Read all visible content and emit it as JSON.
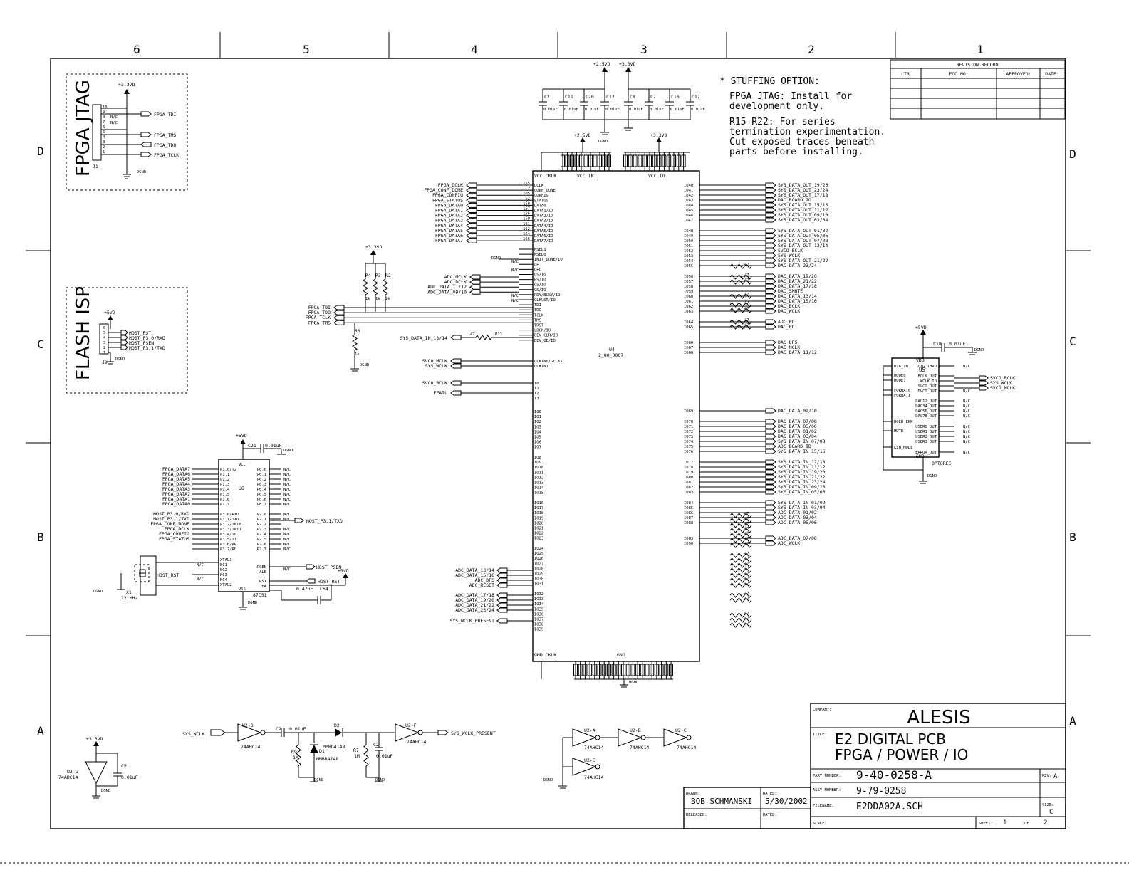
{
  "zones": {
    "columns": [
      "6",
      "5",
      "4",
      "3",
      "2",
      "1"
    ],
    "rows": [
      "D",
      "C",
      "B",
      "A"
    ]
  },
  "revision": {
    "title": "REVISION RECORD",
    "headers": [
      "LTR",
      "ECO NO:",
      "APPROVED:",
      "DATE:"
    ]
  },
  "notes": {
    "heading": "* STUFFING OPTION:",
    "lines": [
      "FPGA JTAG: Install for",
      "development only.",
      "R15-R22: For series",
      "termination experimentation.",
      "Cut exposed traces beneath",
      "parts before installing."
    ]
  },
  "blocks": {
    "jtag_title": "FPGA JTAG",
    "jtag_ref": "J1",
    "jtag_power": "+3.3VD",
    "jtag_gnd": "DGND",
    "jtag_nc": [
      "N/C",
      "N/C"
    ],
    "jtag_pins": [
      "10",
      "9",
      "8",
      "7",
      "6",
      "5",
      "4",
      "3",
      "2",
      "1"
    ],
    "jtag_signals": [
      "FPGA_TDI",
      "FPGA_TMS",
      "FPGA_TDO",
      "FPGA_TCLK"
    ],
    "isp_title": "FLASH ISP",
    "isp_ref": "J9",
    "isp_power": "+5VD",
    "isp_gnd": "DGND",
    "isp_pins": [
      "6",
      "5",
      "4",
      "3",
      "2",
      "1"
    ],
    "isp_signals": [
      "HOST_RST",
      "HOST_P3.0/RXD",
      "HOST_PSEN",
      "HOST_P3.1/TXD"
    ]
  },
  "caps_top": {
    "rail_a": "+2.5VD",
    "rail_b": "+3.3VD",
    "refs": [
      "C2",
      "C11",
      "C20",
      "C12",
      "C8",
      "C7",
      "C16",
      "C17"
    ],
    "value": "0.01uF",
    "gnd": "DGND"
  },
  "fpga": {
    "ref": "U4",
    "part": "2_80_0007",
    "vcc_labels": [
      "VCC CKLK",
      "VCC INT",
      "VCC IO"
    ],
    "gnd_labels": [
      "GND CKLK",
      "GND"
    ],
    "rail_int": "+2.5VD",
    "rail_io": "+3.3VD",
    "gnd": "DGND",
    "left_signals": [
      "FPGA_DCLK",
      "FPGA_CONF_DONE",
      "FPGA_CONFIG",
      "FPGA_STATUS",
      "FPGA_DATA0",
      "FPGA_DATA1",
      "FPGA_DATA2",
      "FPGA_DATA3",
      "FPGA_DATA4",
      "FPGA_DATA5",
      "FPGA_DATA6",
      "FPGA_DATA7"
    ],
    "left_pins": [
      "155",
      "2",
      "105",
      "52",
      "158",
      "157",
      "156",
      "159",
      "161",
      "162",
      "164",
      "166"
    ],
    "left_names": [
      "DCLK",
      "CONF_DONE",
      "CONFIG",
      "STATUS",
      "DATA0",
      "DATA1/IO",
      "DATA2/IO",
      "DATA3/IO",
      "DATA4/IO",
      "DATA5/IO",
      "DATA6/IO",
      "DATA7/IO"
    ],
    "mode_names": [
      "MSEL1",
      "MSEL0",
      "INIT_DONE/IO",
      "CE",
      "CEO",
      "CS/IO",
      "RS/IO",
      "CS/IO",
      "CS/IO",
      "RDY/BUSY/IO",
      "CLKUSR/IO",
      "TDI",
      "TDO",
      "TCLK",
      "TMS",
      "TRST",
      "LOCK/IO",
      "DEV_CLR/IO",
      "DEV_OE/IO"
    ],
    "mode_signals": [
      "ADC_MCLK",
      "ADC_DCLK",
      "ADC_DATA_11/12",
      "ADC_DATA_09/10"
    ],
    "jtag_signals": [
      "FPGA_TDI",
      "FPGA_TDO",
      "FPGA_TCLK",
      "FPGA_TMS"
    ],
    "pullup_rail": "+3.3VD",
    "pullups": [
      "R4",
      "R3",
      "R2"
    ],
    "pullup_value": "1k",
    "pulldown": "R6",
    "pulldown_value": "1k",
    "nc": "N/C",
    "sys_in": "SYS_DATA_IN_13/14",
    "sys_in_res": "R22",
    "sys_in_value": "47",
    "clk_signals": [
      "SVCO_MCLK",
      "SYS_WCLK",
      "SVCO_BCLK",
      "FFAIL"
    ],
    "clk_names": [
      "CLKIN0/GCLK1",
      "CLKIN1",
      "I0",
      "I1",
      "I2",
      "I3"
    ],
    "left_io_signals": [
      "ADC_DATA_13/14",
      "ADC_DATA_15/16",
      "ADC_DFS",
      "ADC_RESET",
      "ADC_DATA_17/18",
      "ADC_DATA_19/20",
      "ADC_DATA_21/22",
      "ADC_DATA_23/24",
      "SYS_WCLK_PRESENT"
    ],
    "right_signals": [
      "SYS_DATA_OUT_19/20",
      "SYS_DATA_OUT_23/24",
      "SYS_DATA_OUT_17/18",
      "DAC_BOARD_ID",
      "SYS_DATA_OUT_15/16",
      "SYS_DATA_OUT_11/12",
      "SYS_DATA_OUT_09/10",
      "SYS_DATA_OUT_03/04",
      "SYS_DATA_OUT_01/02",
      "SYS_DATA_OUT_05/06",
      "SYS_DATA_OUT_07/08",
      "SYS_DATA_OUT_13/14",
      "SVCO_BCLK",
      "SYS_WCLK",
      "SYS_DATA_OUT_21/22",
      "DAC_DATA_23/24",
      "DAC_DATA_19/20",
      "DAC_DATA_21/22",
      "DAC_DATA_17/18",
      "DAC_SMUTE",
      "DAC_DATA_13/14",
      "DAC_DATA_15/16",
      "DAC_BCLK",
      "DAC_WCLK",
      "ADC_PD",
      "DAC_PD",
      "DAC_DFS",
      "DAC_MCLK",
      "DAC_DATA_11/12",
      "DAC_DATA_09/10",
      "DAC_DATA_07/08",
      "DAC_DATA_05/06",
      "DAC_DATA_01/02",
      "DAC_DATA_03/04",
      "SYS_DATA_IN_07/08",
      "ADC_BOARD_ID",
      "SYS_DATA_IN_15/16",
      "SYS_DATA_IN_17/18",
      "SYS_DATA_IN_11/12",
      "SYS_DATA_IN_19/20",
      "SYS_DATA_IN_21/22",
      "SYS_DATA_IN_23/24",
      "SYS_DATA_IN_09/10",
      "SYS_DATA_IN_05/06",
      "SYS_DATA_IN_01/02",
      "SYS_DATA_IN_03/04",
      "ADC_DATA_01/02",
      "ADC_DATA_03/04",
      "ADC_DATA_05/06",
      "ADC_DATA_07/08",
      "ADC_WCLK"
    ],
    "series_value": "47"
  },
  "u5": {
    "ref": "U5",
    "part": "OPTOREC",
    "power": "+5VD",
    "cap": "C18",
    "cap_value": "0.01uF",
    "gnd": "DGND",
    "pins_left": [
      "DIG_IN",
      "MODE0",
      "MODE1",
      "FORMAT0",
      "FORMAT1",
      "HOLD_ERR",
      "MUTE",
      "LIN_MODE"
    ],
    "pins_right": [
      "DIG_THRU",
      "BCLK_OUT",
      "WCLK_IO",
      "SVCO_OUT",
      "DVCO_OUT",
      "DAC12_OUT",
      "DAC34_OUT",
      "DAC56_OUT",
      "DAC78_OUT",
      "USER0_OUT",
      "USER1_OUT",
      "USER2_OUT",
      "USER3_OUT",
      "ERROR_OUT"
    ],
    "outputs": [
      "SVCO_BCLK",
      "SYS_WCLK",
      "SVCO_MCLK"
    ],
    "vdd": "VDD",
    "gnd_pin": "GND",
    "nc": "N/C"
  },
  "u6": {
    "ref": "U6",
    "part": "87C51",
    "power": "+5VD",
    "cap": "C21",
    "cap_value": "0.01uF",
    "gnd": "DGND",
    "p1_signals": [
      "FPGA_DATA7",
      "FPGA_DATA6",
      "FPGA_DATA5",
      "FPGA_DATA4",
      "FPGA_DATA3",
      "FPGA_DATA2",
      "FPGA_DATA1",
      "FPGA_DATA0"
    ],
    "p1_pins": [
      "P1.0/T2",
      "P1.1",
      "P1.2",
      "P1.3",
      "P1.4",
      "P1.5",
      "P1.6",
      "P1.7"
    ],
    "p3_signals": [
      "HOST_P3.0/RXD",
      "HOST_P3.1/TXD",
      "FPGA_CONF_DONE",
      "FPGA_DCLK",
      "FPGA_CONFIG",
      "FPGA_STATUS"
    ],
    "p3_pins": [
      "P3.0/RXD",
      "P3.1/TXD",
      "P3.2/INT0",
      "P3.3/INT1",
      "P3.4/T0",
      "P3.5/T1",
      "P3.6/WR",
      "P3.7/RD"
    ],
    "p0_pins": [
      "P0.0",
      "P0.1",
      "P0.2",
      "P0.3",
      "P0.4",
      "P0.5",
      "P0.6",
      "P0.7"
    ],
    "p2_pins": [
      "P2.0",
      "P2.1",
      "P2.2",
      "P2.3",
      "P2.4",
      "P2.5",
      "P2.6",
      "P2.7"
    ],
    "misc_pins": [
      "XTAL1",
      "NC1",
      "NC2",
      "NC3",
      "NC4",
      "XTAL2",
      "PSEN",
      "ALE",
      "RST",
      "EA",
      "VCC",
      "VSS"
    ],
    "host_txd": "HOST_P3.1/TXD",
    "host_psen": "HOST_PSEN",
    "host_rst": "HOST_RST",
    "crystal": "X1",
    "crystal_freq": "12 MHz",
    "rst_power": "+5VD",
    "rst_cap": "C64",
    "rst_cap_value": "0.47uF",
    "nc": "N/C"
  },
  "logic": {
    "input": "SYS_WCLK",
    "output": "SYS_WCLK_PRESENT",
    "gate_part": "74AHC14",
    "gates": [
      "U2-D",
      "U2-F",
      "U2-A",
      "U2-B",
      "U2-C",
      "U2-E",
      "U2-G"
    ],
    "cap_c9": "C9",
    "cap_c9_value": "0.01uF",
    "diodes": [
      "D2",
      "D1"
    ],
    "diode_part": "MMBD4148",
    "r9": "R9",
    "r7": "R7",
    "res_value": "1M",
    "cap_c2": "C2",
    "cap_c2_value": "0.01uF",
    "cap_c5": "C5",
    "cap_c5_value": "0.01uF",
    "power": "+3.3VD",
    "gnd": "DGND"
  },
  "titleblock": {
    "company_label": "COMPANY:",
    "company": "ALESIS",
    "title_label": "TITLE:",
    "title_line1": "E2 DIGITAL PCB",
    "title_line2": "FPGA / POWER / IO",
    "part_label": "PART NUMBER:",
    "part_number": "9-40-0258-A",
    "rev_label": "REV:",
    "rev": "A",
    "assy_label": "ASSY NUMBER:",
    "assy_number": "9-79-0258",
    "file_label": "FILENAME:",
    "filename": "E2DDA02A.SCH",
    "size_label": "SIZE:",
    "size": "C",
    "scale_label": "SCALE:",
    "sheet_label": "SHEET:",
    "sheet": "1",
    "of_label": "OF",
    "of": "2",
    "drawn_label": "DRAWN:",
    "drawn_by": "BOB SCHMANSKI",
    "dated_label": "DATED:",
    "dated": "5/30/2002",
    "released_label": "RELEASED:",
    "dated2_label": "DATED:"
  }
}
